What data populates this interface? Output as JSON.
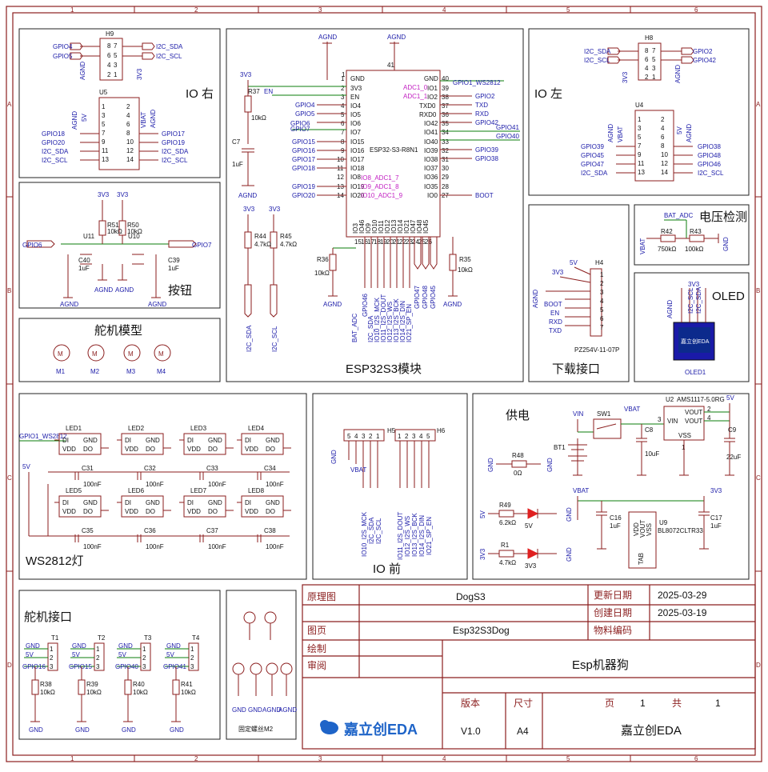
{
  "border": {
    "columns": [
      "1",
      "2",
      "3",
      "4",
      "5",
      "6"
    ],
    "rows": [
      "A",
      "B",
      "C",
      "D"
    ]
  },
  "sections": {
    "io_right": "IO 右",
    "buttons": "按钮",
    "servo_model": "舵机模型",
    "esp32": "ESP32S3模块",
    "io_left": "IO 左",
    "download": "下载接口",
    "voltage": "电压检测",
    "oled": "OLED",
    "ws2812": "WS2812灯",
    "io_front": "IO 前",
    "power": "供电",
    "servo_if": "舵机接口"
  },
  "h9": {
    "ref": "H9",
    "left_nets": [
      "GPIO4",
      "GPIO5"
    ],
    "right_nets": [
      "I2C_SDA",
      "I2C_SCL"
    ],
    "pins_left": [
      "8",
      "6",
      "4",
      "2"
    ],
    "pins_right": [
      "7",
      "5",
      "3",
      "1"
    ],
    "gnd": "AGND",
    "v": "3V3"
  },
  "u5": {
    "ref": "U5",
    "left_nets": [
      "GPIO18",
      "GPIO20",
      "I2C_SDA",
      "I2C_SCL"
    ],
    "right_nets": [
      "GPIO17",
      "GPIO19",
      "I2C_SDA",
      "I2C_SCL"
    ],
    "pins_left": [
      "1",
      "3",
      "5",
      "7",
      "9",
      "11",
      "13"
    ],
    "pins_right": [
      "2",
      "4",
      "6",
      "8",
      "10",
      "12",
      "14"
    ],
    "top_left": [
      "AGND",
      "5V"
    ],
    "top_right": [
      "VBAT",
      "AGND"
    ]
  },
  "buttons_block": {
    "v1": "3V3",
    "v2": "3V3",
    "r51": "R51",
    "r51v": "10kΩ",
    "r50": "R50",
    "r50v": "10kΩ",
    "u11": "U11",
    "u10": "U10",
    "c40": "C40",
    "c40v": "1uF",
    "c39": "C39",
    "c39v": "1uF",
    "gpio_left": "GPIO6",
    "gpio_right": "GPIO7",
    "gnd": [
      "AGND",
      "AGND",
      "AGND",
      "AGND"
    ]
  },
  "motors": [
    "M1",
    "M2",
    "M3",
    "M4"
  ],
  "motor_symbol": "M",
  "esp": {
    "chip": "ESP32-S3-R8N1",
    "agnd_labels": [
      "AGND",
      "AGND"
    ],
    "top_pins": [
      "1",
      "41"
    ],
    "left_pins": [
      "GND",
      "3V3",
      "EN",
      "IO4",
      "IO5",
      "IO6",
      "IO7",
      "IO15",
      "IO16",
      "IO17",
      "IO18",
      "IO8",
      "IO19",
      "IO20"
    ],
    "left_nums": [
      "1",
      "2",
      "3",
      "4",
      "5",
      "6",
      "7",
      "8",
      "9",
      "10",
      "11",
      "12",
      "13",
      "14"
    ],
    "right_pins": [
      "GND",
      "IO1",
      "IO2",
      "TXD0",
      "RXD0",
      "IO42",
      "IO41",
      "IO40",
      "IO39",
      "IO38",
      "IO37",
      "IO36",
      "IO35",
      "IO0"
    ],
    "right_nums": [
      "40",
      "39",
      "38",
      "37",
      "36",
      "35",
      "34",
      "33",
      "32",
      "31",
      "30",
      "29",
      "28",
      "27"
    ],
    "bottom_pins": [
      "IO3",
      "IO46",
      "IO9",
      "IO10",
      "IO11",
      "IO12",
      "IO13",
      "IO14",
      "IO21",
      "IO47",
      "IO48",
      "IO45"
    ],
    "bottom_nums": [
      "15",
      "16",
      "17",
      "18",
      "19",
      "20",
      "21",
      "22",
      "23",
      "24",
      "25",
      "26"
    ],
    "left_nets": [
      "GPIO4",
      "GPIO5",
      "GPIO6",
      "GPIO7",
      "GPIO15",
      "GPIO16",
      "GPIO17",
      "GPIO18",
      "GPIO19",
      "GPIO20"
    ],
    "right_nets": [
      "GPIO2",
      "TXD",
      "RXD",
      "GPIO42",
      "GPIO41",
      "GPIO40",
      "GPIO39",
      "GPIO38",
      "BOOT"
    ],
    "mag_right": [
      "ADC1_0",
      "ADC1_1"
    ],
    "gpio1_net": "GPIO1_WS2812",
    "mag_left": [
      "IO8_ADC1_7",
      "IO9_ADC1_8",
      "IO10_ADC1_9"
    ],
    "bottom_nets": [
      "BAT_ADC",
      "GPIO46",
      "I2C_SDA",
      "IO10_I2S_MCK",
      "IO11_I2S_DOUT",
      "IO12_I2S_WS",
      "IO13_I2S_BCK",
      "IO14_I2S_DIN",
      "IO21_SP_EN"
    ],
    "bottom_gpio": [
      "GPIO47",
      "GPIO48",
      "GPIO45"
    ],
    "v3v3": "3V3",
    "r37": "R37",
    "r37v": "10kΩ",
    "en": "EN",
    "c7": "C7",
    "c7v": "1uF",
    "agnd_left": "AGND",
    "r44": "R44",
    "r44v": "4.7kΩ",
    "r45": "R45",
    "r45v": "4.7kΩ",
    "v44": "3V3",
    "v45": "3V3",
    "i2c_sda": "I2C_SDA",
    "i2c_scl": "I2C_SCL",
    "r36": "R36",
    "r36v": "10kΩ",
    "r35": "R35",
    "r35v": "10kΩ",
    "agnd_r36": "AGND",
    "agnd_r35": "AGND"
  },
  "h8": {
    "ref": "H8",
    "left_nets": [
      "I2C_SDA",
      "I2C_SCL"
    ],
    "right_nets": [
      "GPIO2",
      "GPIO42"
    ],
    "pins_left": [
      "8",
      "6",
      "4",
      "2"
    ],
    "pins_right": [
      "7",
      "5",
      "3",
      "1"
    ],
    "gnd": "AGND",
    "v": "3V3"
  },
  "u4": {
    "ref": "U4",
    "left_nets": [
      "GPIO39",
      "GPIO45",
      "GPIO47",
      "I2C_SDA"
    ],
    "right_nets": [
      "GPIO38",
      "GPIO48",
      "GPIO46",
      "I2C_SCL"
    ],
    "pins_left": [
      "1",
      "3",
      "5",
      "7",
      "9",
      "11",
      "13"
    ],
    "pins_right": [
      "2",
      "4",
      "6",
      "8",
      "10",
      "12",
      "14"
    ],
    "top_left": [
      "AGND",
      "VBAT"
    ],
    "top_right": [
      "5V",
      "AGND"
    ]
  },
  "h4": {
    "ref": "H4",
    "v5": "5V",
    "v33": "3V3",
    "gnd": "AGND",
    "nets": [
      "BOOT",
      "EN",
      "RXD",
      "TXD"
    ],
    "pins": [
      "1",
      "2",
      "3",
      "4",
      "5",
      "6",
      "7"
    ],
    "part": "PZ254V-11-07P"
  },
  "vdet": {
    "net": "BAT_ADC",
    "vbat": "VBAT",
    "r42": "R42",
    "r42v": "750kΩ",
    "r43": "R43",
    "r43v": "100kΩ",
    "gnd": "GND"
  },
  "oled": {
    "ref": "OLED1",
    "pins": [
      "3V3",
      "GND",
      "I2C_SCL",
      "I2C_SDA"
    ],
    "gnd": "AGND",
    "logo": "嘉立创EDA"
  },
  "ws": {
    "net": "GPIO1_WS2812",
    "v5": "5V",
    "leds": [
      "LED1",
      "LED2",
      "LED3",
      "LED4",
      "LED5",
      "LED6",
      "LED7",
      "LED8"
    ],
    "caps": [
      "C31",
      "C32",
      "C33",
      "C34",
      "C35",
      "C36",
      "C37",
      "C38"
    ],
    "capv": "100nF",
    "pins": [
      "DI",
      "GND",
      "VDD",
      "DO"
    ]
  },
  "front": {
    "h5": "H5",
    "h6": "H6",
    "h5_nets": [
      "IO10_I2S_MCK",
      "I2C_SDA",
      "I2C_SCL"
    ],
    "h6_nets": [
      "IO11_I2S_DOUT",
      "IO12_I2S_WS",
      "IO13_I2S_BCK",
      "IO14_I2S_DIN",
      "IO21_SP_EN"
    ],
    "h5_pins": [
      "5",
      "4",
      "3",
      "2",
      "1"
    ],
    "h6_pins": [
      "1",
      "2",
      "3",
      "4",
      "5"
    ],
    "gnd": "GND",
    "vbat": "VBAT"
  },
  "power": {
    "vin": "VIN",
    "sw1": "SW1",
    "vbat": "VBAT",
    "bt1": "BT1",
    "c8": "C8",
    "c8v": "10uF",
    "u2": "U2",
    "u2part": "AMS1117-5.0RG",
    "u2pins": [
      "VIN",
      "VOUT",
      "VOUT",
      "VSS"
    ],
    "u2nums": [
      "3",
      "2",
      "4",
      "1"
    ],
    "v5": "5V",
    "c9": "C9",
    "c9v": "22uF",
    "r48": "R48",
    "r48v": "0Ω",
    "gnd": "GND",
    "r49": "R49",
    "r49v": "6.2kΩ",
    "led5v": "5V",
    "r1": "R1",
    "r1v": "4.7kΩ",
    "led33": "3V3",
    "in5v": "5V",
    "in33": "3V3",
    "vbat2": "VBAT",
    "v33": "3V3",
    "c16": "C16",
    "c16v": "1uF",
    "c17": "C17",
    "c17v": "1uF",
    "u9": "U9",
    "u9part": "BL8072CLTR33",
    "u9pins": [
      "VDD",
      "VOUT",
      "VSS",
      "TAB"
    ]
  },
  "servos": {
    "refs": [
      "T1",
      "T2",
      "T3",
      "T4"
    ],
    "gpios": [
      "GPIO16",
      "GPIO15",
      "GPIO40",
      "GPIO41"
    ],
    "resistors": [
      "R38",
      "R39",
      "R40",
      "R41"
    ],
    "rv": "10kΩ",
    "gnd": "GND",
    "v5": "5V",
    "pins": [
      "1",
      "2",
      "3"
    ]
  },
  "screws": {
    "label": "固定螺丝M2",
    "gnds": [
      "GND",
      "GND",
      "AGND",
      "AGND"
    ]
  },
  "titleblock": {
    "l_schematic": "原理图",
    "v_schematic": "DogS3",
    "l_updated": "更新日期",
    "v_updated": "2025-03-29",
    "l_created": "创建日期",
    "v_created": "2025-03-19",
    "l_page": "图页",
    "v_page": "Esp32S3Dog",
    "l_material": "物料编码",
    "l_drawn": "绘制",
    "l_review": "审阅",
    "v_title": "Esp机器狗",
    "logo": "嘉立创EDA",
    "l_version": "版本",
    "l_size": "尺寸",
    "l_sheet": "页",
    "v_sheet": "1",
    "l_total": "共",
    "v_total": "1",
    "v_version": "V1.0",
    "v_size": "A4",
    "v_company": "嘉立创EDA"
  }
}
